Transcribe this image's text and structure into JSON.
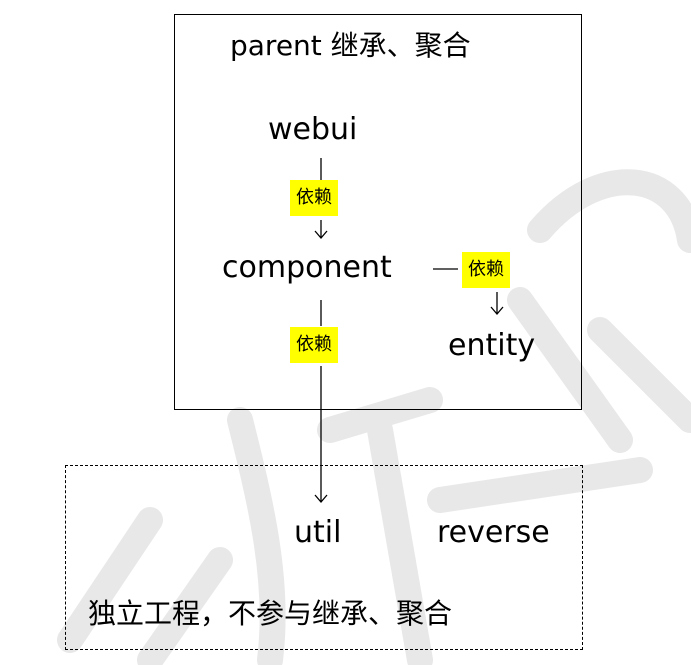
{
  "parent_title": "parent 继承、聚合",
  "modules": {
    "webui": "webui",
    "component": "component",
    "entity": "entity",
    "util": "util",
    "reverse": "reverse"
  },
  "edges": [
    {
      "from": "webui",
      "to": "component",
      "label": "依赖"
    },
    {
      "from": "component",
      "to": "entity",
      "label": "依赖"
    },
    {
      "from": "component",
      "to": "util",
      "label": "依赖"
    }
  ],
  "standalone_caption": "独立工程，不参与继承、聚合",
  "colors": {
    "tag_fill": "#ffff00",
    "stroke": "#000000",
    "watermark": "#e8e8e8"
  }
}
